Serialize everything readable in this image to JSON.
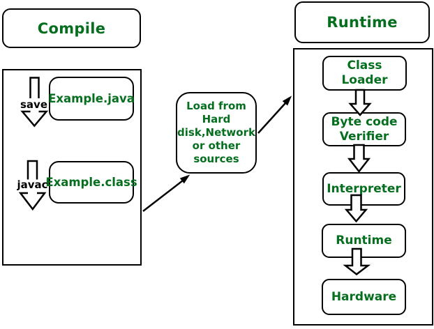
{
  "diagram": {
    "title_semantic": "java-compile-runtime-flow",
    "colors": {
      "text_green": "#056f1f",
      "stroke_black": "#000000",
      "background": "#ffffff",
      "label_black": "#000000"
    },
    "compile": {
      "title": "Compile",
      "save_label": "save",
      "java_file": "Example.java",
      "javac_label": "javac",
      "class_file": "Example.class"
    },
    "load": {
      "text": "Load from\nHard\ndisk,Network\nor other\nsources"
    },
    "runtime": {
      "title": "Runtime",
      "steps": [
        "Class Loader",
        "Byte code\nVerifier",
        "Interpreter",
        "Runtime",
        "Hardware"
      ]
    },
    "icons": {
      "save_arrow": "hollow-down-arrow",
      "javac_arrow": "hollow-down-arrow",
      "step_arrows": "hollow-block-down-arrow",
      "flow_arrows": "solid-diagonal-arrow"
    }
  }
}
